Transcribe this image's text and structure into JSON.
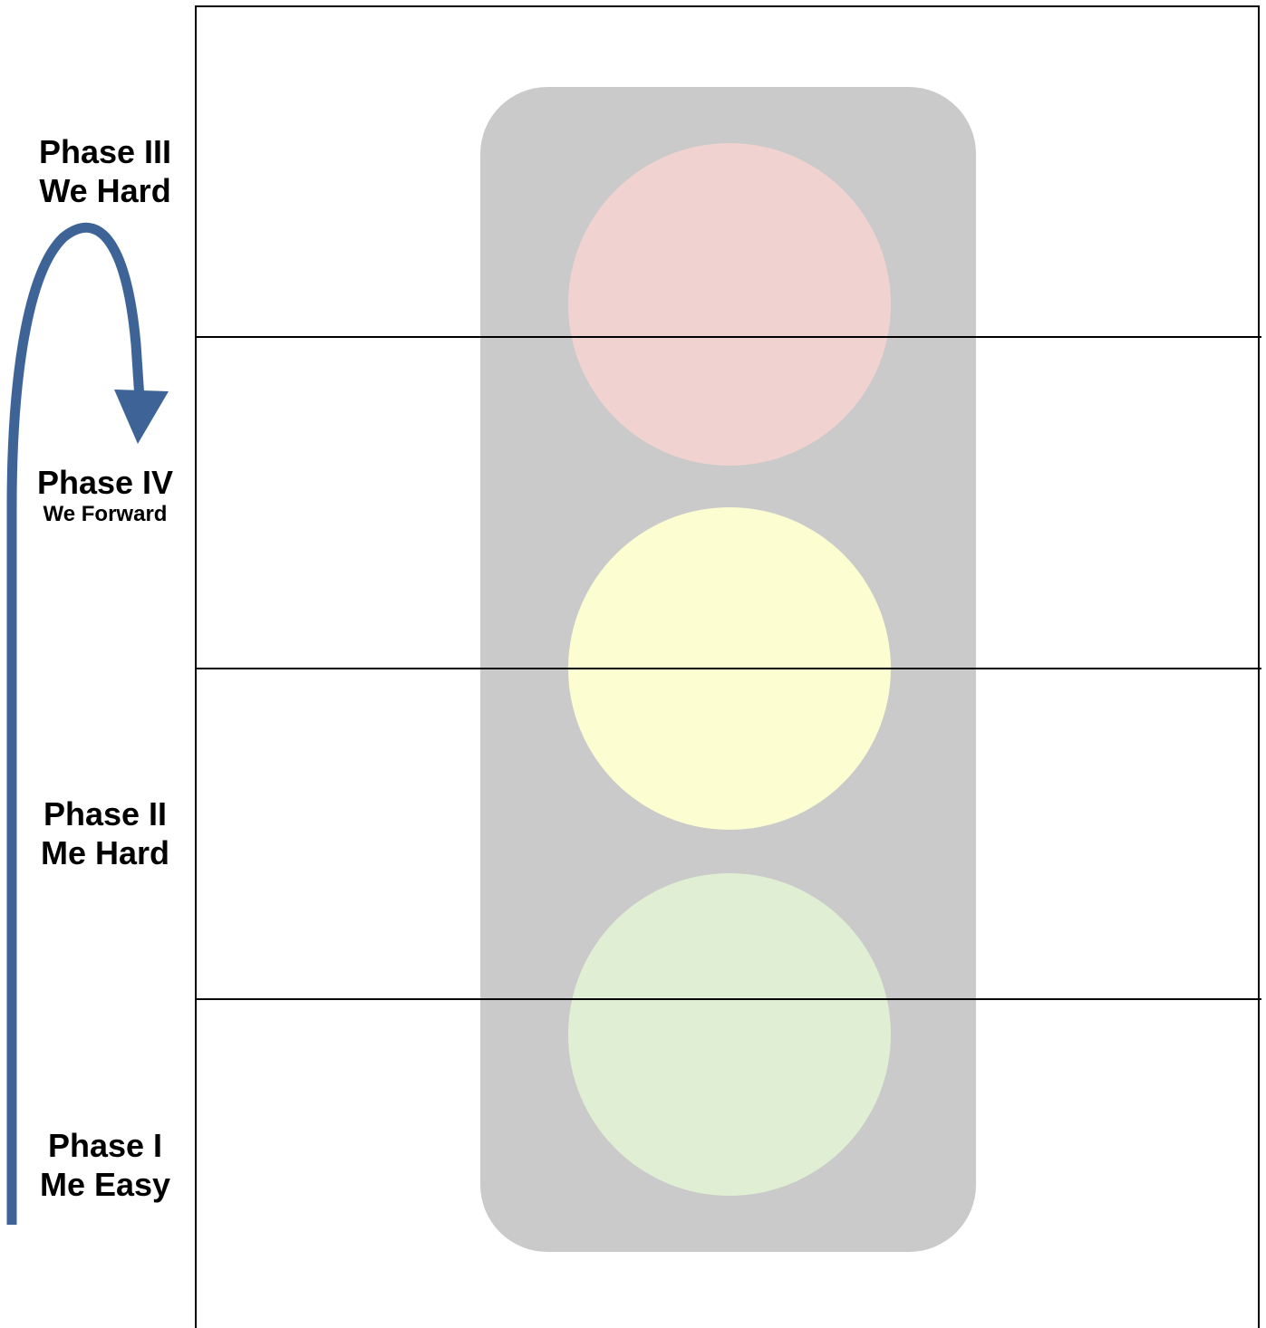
{
  "colors": {
    "housing": "#cacaca",
    "red_lamp": "#f0d3d0",
    "yellow_lamp": "#fdfdd2",
    "green_lamp": "#e0efd3",
    "arrow": "#3e6497"
  },
  "phases": [
    {
      "name": "Phase III",
      "sub": "We Hard"
    },
    {
      "name": "Phase IV",
      "sub": "We Forward"
    },
    {
      "name": "Phase II",
      "sub": "Me Hard"
    },
    {
      "name": "Phase I",
      "sub": "Me Easy"
    }
  ]
}
